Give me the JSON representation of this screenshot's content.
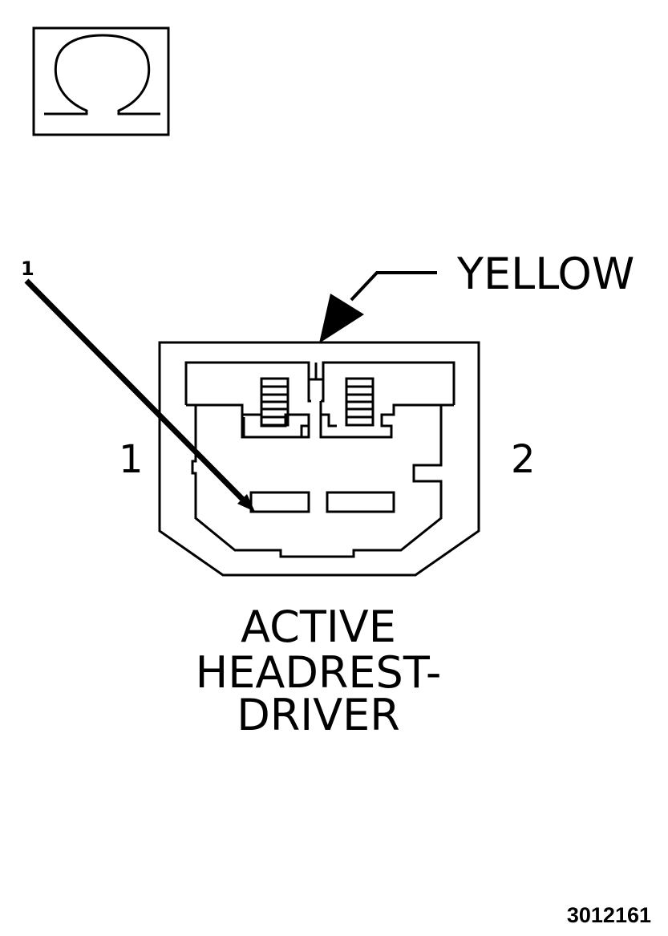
{
  "icon": {
    "name": "ohm-symbol-icon"
  },
  "callout": {
    "number": "1"
  },
  "wire_color_label": "YELLOW",
  "pins": {
    "left": "1",
    "right": "2"
  },
  "connector_name": {
    "line1": "ACTIVE",
    "line2": "HEADREST-",
    "line3": "DRIVER"
  },
  "figure_number": "3012161",
  "colors": {
    "ink": "#000000",
    "background": "#ffffff"
  }
}
